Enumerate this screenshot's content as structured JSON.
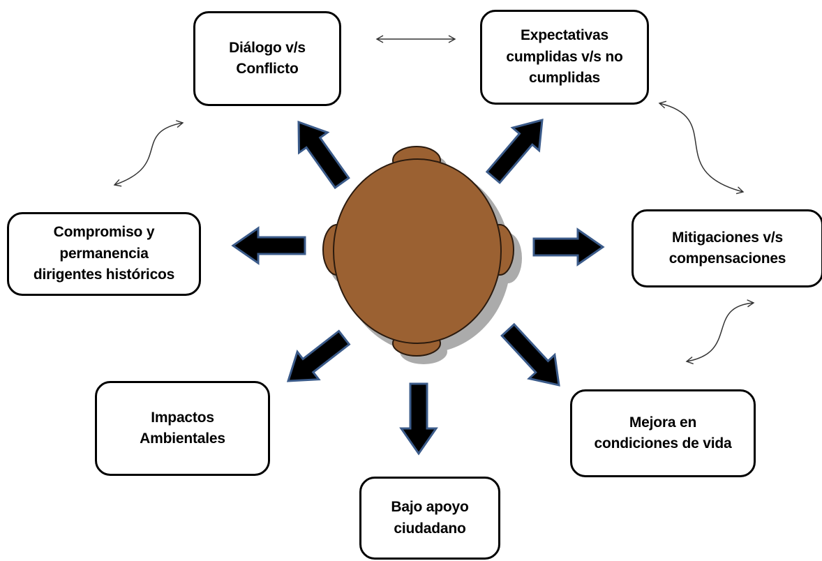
{
  "nodes": {
    "dialogo": "Diálogo v/s\nConflicto",
    "expectativas": "Expectativas\ncumplidas v/s no\ncumplidas",
    "compromiso": "Compromiso y\npermanencia\ndirigentes históricos",
    "mitigaciones": "Mitigaciones v/s\ncompensaciones",
    "impactos": "Impactos\nAmbientales",
    "mejora": "Mejora en\ncondiciones de vida",
    "bajo_apoyo": "Bajo apoyo\nciudadano"
  },
  "colors": {
    "arrow_fill": "#000000",
    "arrow_outline": "#3b5b8a",
    "head_fill": "#9b6132",
    "head_stroke": "#2a1a0e",
    "shadow": "#8f8f8f",
    "box_border": "#000000"
  }
}
